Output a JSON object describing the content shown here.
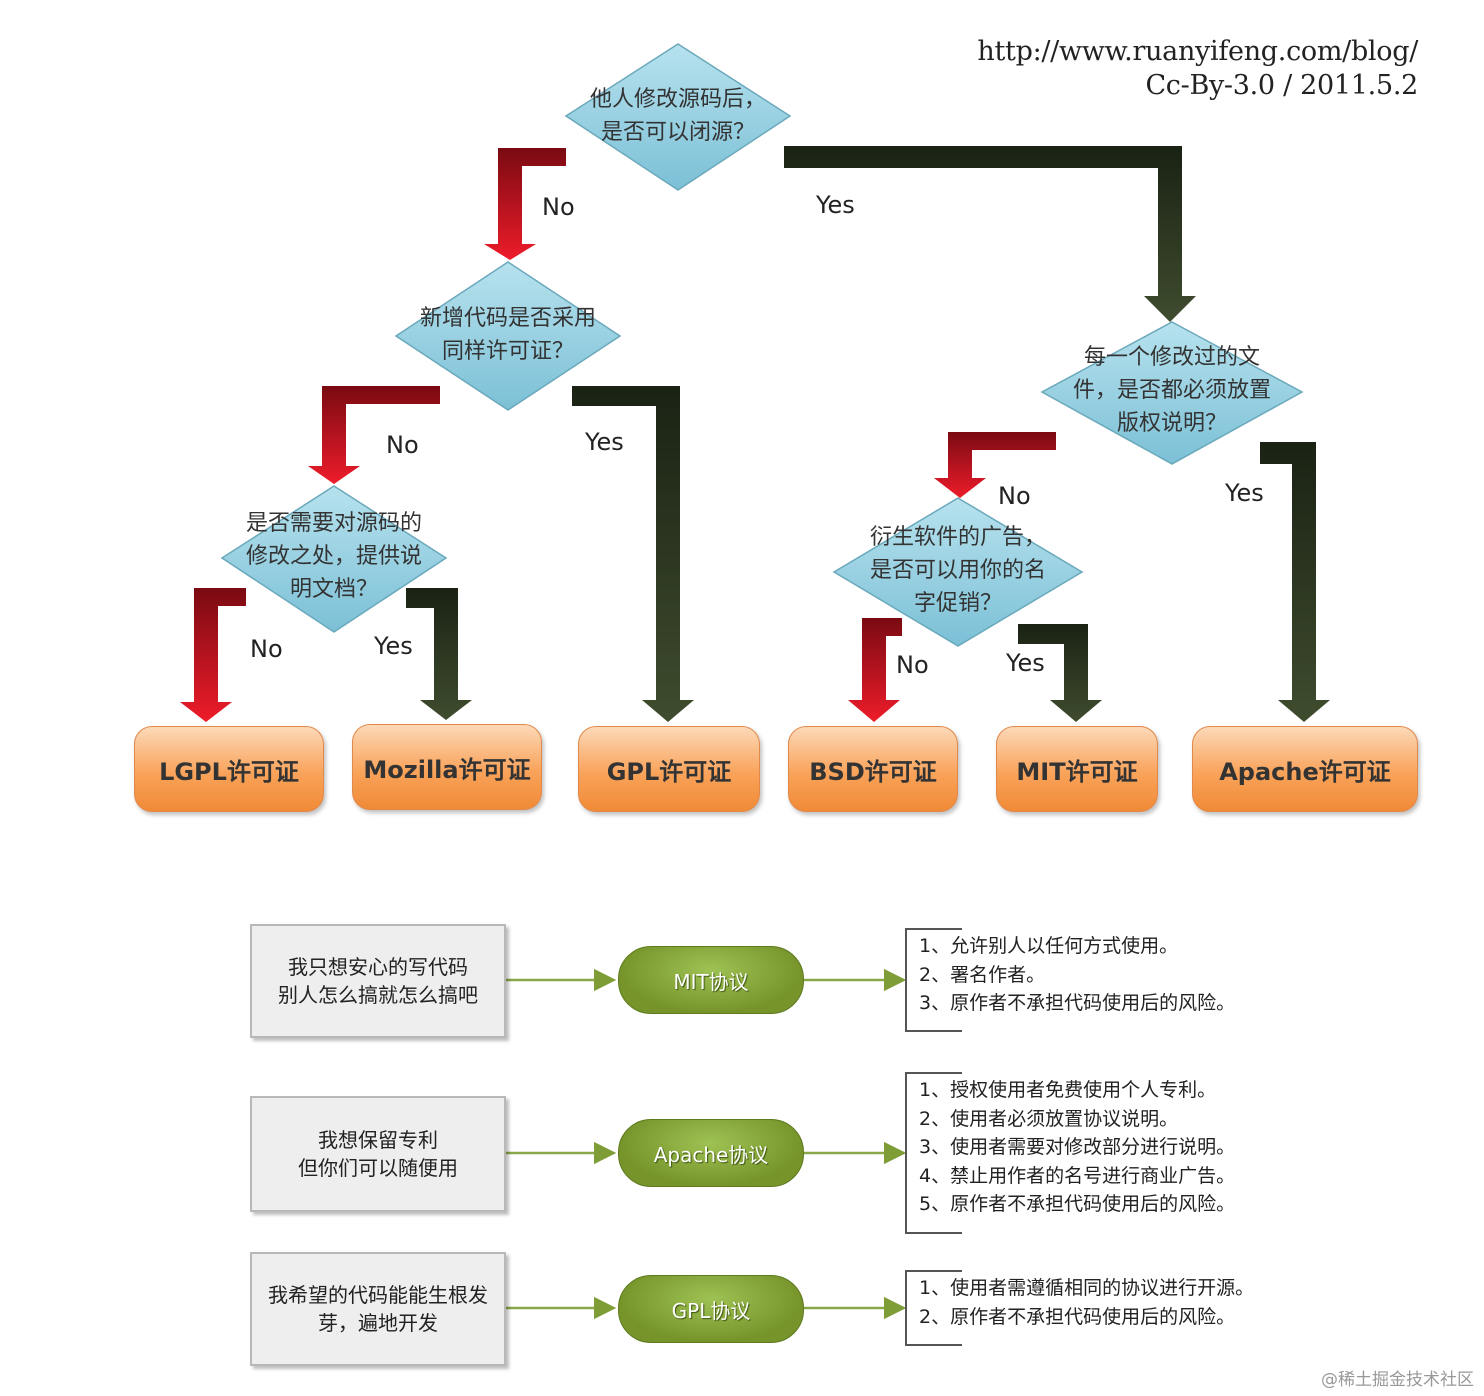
{
  "credit": {
    "url": "http://www.ruanyifeng.com/blog/",
    "license_date": "Cc-By-3.0 / 2011.5.2"
  },
  "decisions": {
    "q1": {
      "line1": "他人修改源码后，",
      "line2": "是否可以闭源？"
    },
    "q2": {
      "line1": "新增代码是否采用",
      "line2": "同样许可证？"
    },
    "q3": {
      "line1": "是否需要对源码的",
      "line2": "修改之处，提供说",
      "line3": "明文档？"
    },
    "q4": {
      "line1": "每一个修改过的文",
      "line2": "件，是否都必须放置",
      "line3": "版权说明？"
    },
    "q5": {
      "line1": "衍生软件的广告，",
      "line2": "是否可以用你的名",
      "line3": "字促销？"
    }
  },
  "branches": {
    "no": "No",
    "yes": "Yes"
  },
  "licenses": {
    "lgpl": "LGPL许可证",
    "mozilla": "Mozilla许可证",
    "gpl": "GPL许可证",
    "bsd": "BSD许可证",
    "mit": "MIT许可证",
    "apache": "Apache许可证"
  },
  "colors": {
    "no_arrow": "#cc1020",
    "yes_arrow": "#2f3a22",
    "diamond": "#8ccbdd",
    "license_box": "#f9a35a",
    "protocol": "#7c9a2f"
  },
  "summary": [
    {
      "need_line1": "我只想安心的写代码",
      "need_line2": "别人怎么搞就怎么搞吧",
      "protocol": "MIT协议",
      "points": [
        "1、允许别人以任何方式使用。",
        "2、署名作者。",
        "3、原作者不承担代码使用后的风险。"
      ]
    },
    {
      "need_line1": "我想保留专利",
      "need_line2": "但你们可以随便用",
      "protocol": "Apache协议",
      "points": [
        "1、授权使用者免费使用个人专利。",
        "2、使用者必须放置协议说明。",
        "3、使用者需要对修改部分进行说明。",
        "4、禁止用作者的名号进行商业广告。",
        "5、原作者不承担代码使用后的风险。"
      ]
    },
    {
      "need_line1": "我希望的代码能能生根发",
      "need_line2": "芽，遍地开发",
      "protocol": "GPL协议",
      "points": [
        "1、使用者需遵循相同的协议进行开源。",
        "2、原作者不承担代码使用后的风险。"
      ]
    }
  ],
  "watermark": "@稀土掘金技术社区"
}
